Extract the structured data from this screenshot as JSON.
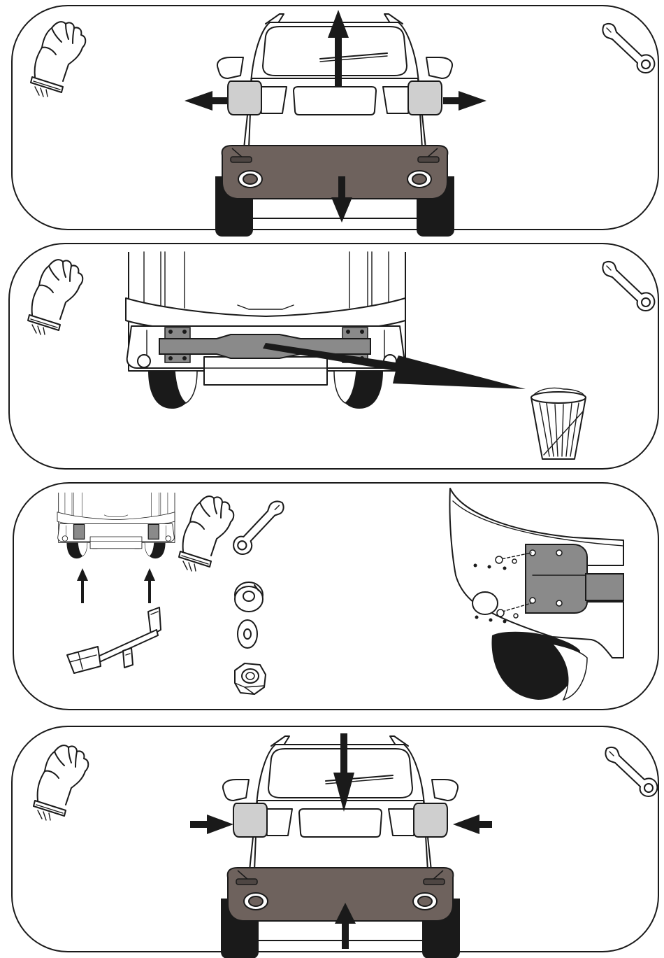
{
  "figure": {
    "description_visible_text": "",
    "colors": {
      "outline": "#1a1a1a",
      "panel_border": "#1a1a1a",
      "bumper_fill": "#6e625d",
      "light_fill": "#cfcfcf",
      "part_fill": "#8a8a8a",
      "arrow": "#1a1a1a",
      "background": "#ffffff"
    },
    "icons": {
      "glove": "glove-icon",
      "wrench": "wrench-icon",
      "trash": "trash-bin-icon",
      "lock_washer": "lock-washer-icon",
      "flat_washer": "flat-washer-icon",
      "nut": "hex-nut-icon"
    },
    "steps": [
      {
        "step": 1,
        "action": "remove-bumper-and-lights"
      },
      {
        "step": 2,
        "action": "remove-crossbar-discard"
      },
      {
        "step": 3,
        "action": "mount-towbar-with-fasteners"
      },
      {
        "step": 4,
        "action": "refit-bumper-and-lights"
      }
    ]
  }
}
